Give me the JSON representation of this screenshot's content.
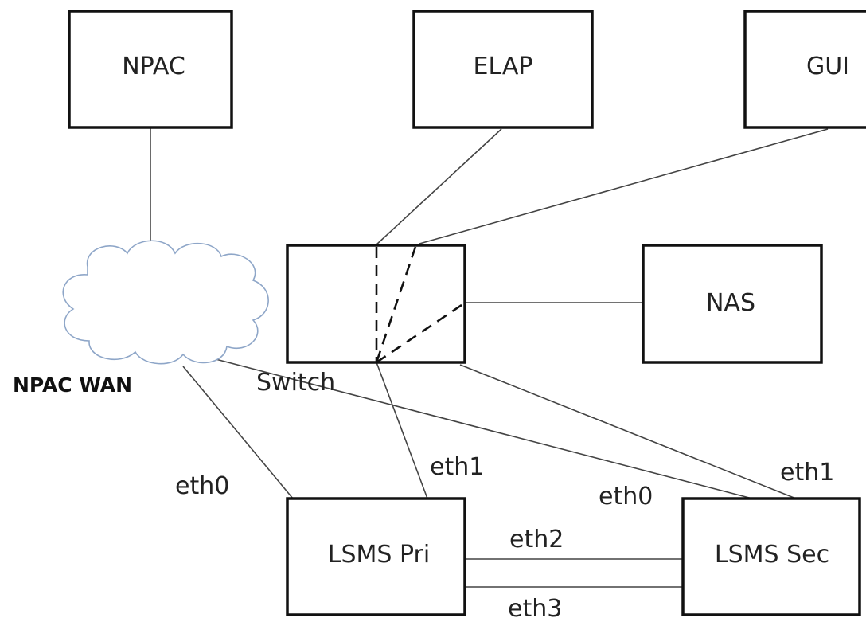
{
  "nodes": {
    "npac": "NPAC",
    "elap": "ELAP",
    "gui": "GUI",
    "switch": "Switch",
    "nas": "NAS",
    "npac_wan": "NPAC WAN",
    "lsms_pri": "LSMS Pri",
    "lsms_sec": "LSMS Sec"
  },
  "interfaces": {
    "pri_eth0": "eth0",
    "pri_eth1": "eth1",
    "sec_eth0": "eth0",
    "sec_eth1": "eth1",
    "link_eth2": "eth2",
    "link_eth3": "eth3"
  }
}
